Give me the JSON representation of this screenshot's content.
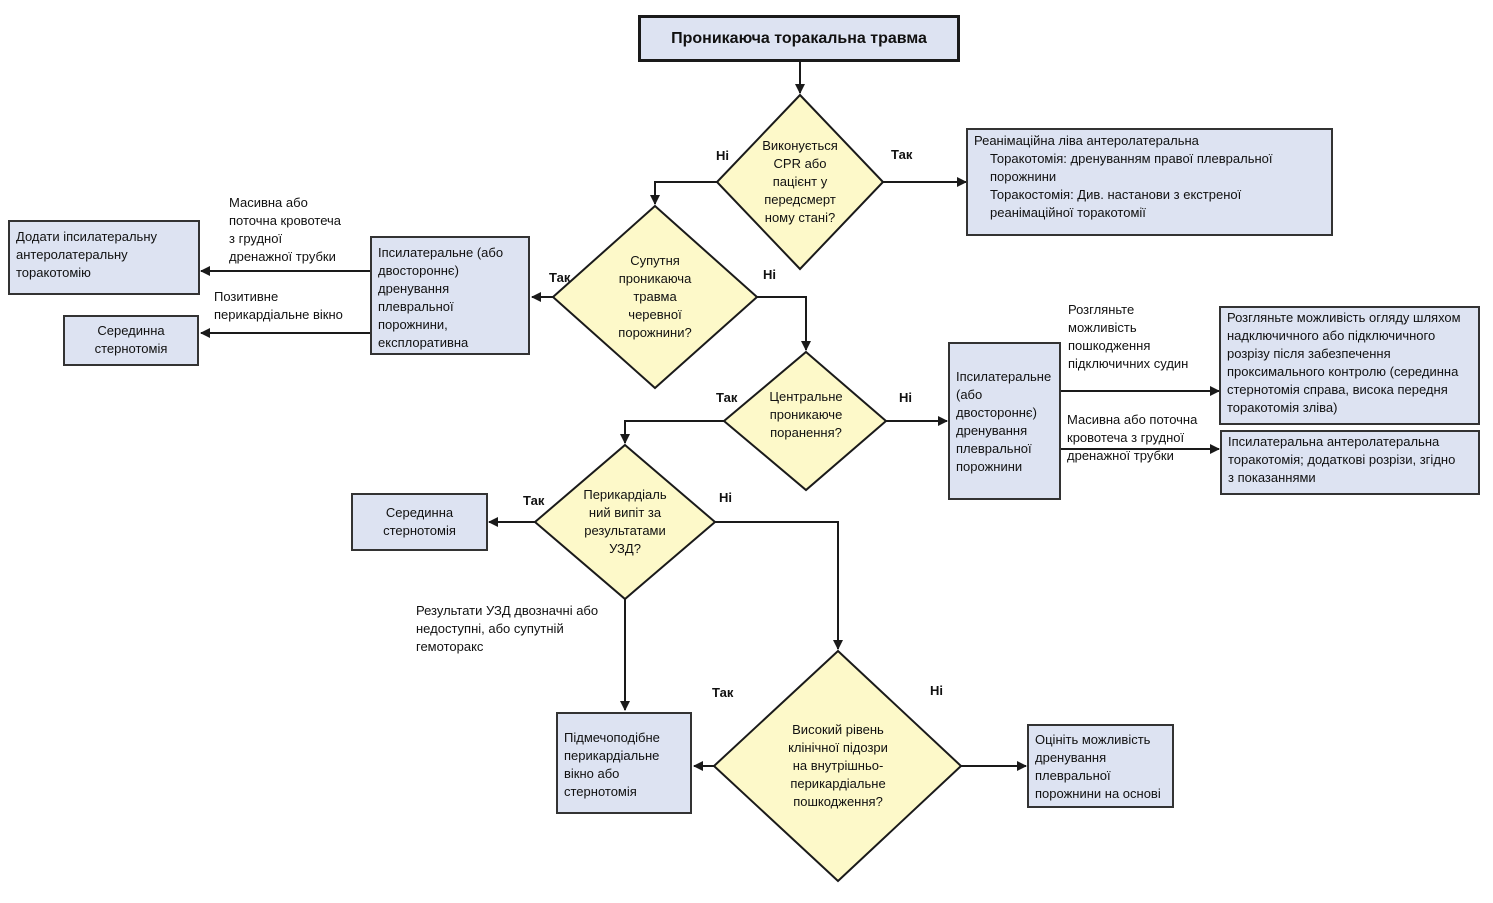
{
  "colors": {
    "box_fill": "#dde3f2",
    "diamond_fill": "#fdf9c9",
    "stroke": "#1a1a1a"
  },
  "title": "Проникаюча торакальна травма",
  "decisions": {
    "cpr": [
      "Виконується",
      "CPR або",
      "пацієнт у",
      "передсмерт",
      "ному стані?"
    ],
    "abdominal": [
      "Супутня",
      "проникаюча",
      "травма",
      "черевної",
      "порожнини?"
    ],
    "central": [
      "Центральне",
      "проникаюче",
      "поранення?"
    ],
    "pericardial": [
      "Перикардіаль",
      "ний випіт за",
      "результатами",
      "УЗД?"
    ],
    "suspicion": [
      "Високий рівень",
      "клінічної підозри",
      "на внутрішньо-",
      "перикардіальне",
      "пошкодження?"
    ]
  },
  "boxes": {
    "resuscitative": {
      "line1": "Реанімаційна ліва антеролатеральна",
      "line2": "Торакотомія: дренуванням правої плевральної",
      "line3": "порожнини",
      "line4": "Торакостомія: Див. настанови з екстреної",
      "line5": "реанімаційної торакотомії"
    },
    "add_ipsilateral": [
      "Додати іпсилатеральну",
      "антеролатеральну",
      "торакотомію"
    ],
    "median_sternotomy_top": [
      "Серединна",
      "стернотомія"
    ],
    "ipsi_drain_explor": [
      "Іпсилатеральне (або",
      "двостороннє)",
      "дренування",
      "плевральної",
      "порожнини,",
      "експлоративна"
    ],
    "ipsi_drain_central": [
      "Іпсилатеральне",
      "(або",
      "двостороннє)",
      "дренування",
      "плевральної",
      "порожнини"
    ],
    "consider_supra": [
      "Розгляньте можливість огляду шляхом",
      "надключичного або підключичного",
      "розрізу після забезпечення",
      "проксимального контролю (серединна",
      "стернотомія справа, висока передня",
      "торакотомія зліва)"
    ],
    "ipsi_antero": [
      "Іпсилатеральна антеролатеральна",
      "торакотомія; додаткові розрізи, згідно",
      "з показаннями"
    ],
    "median_sternotomy_mid": [
      "Серединна",
      "стернотомія"
    ],
    "subxiphoid": [
      "Підмечоподібне",
      "перикардіальне",
      "вікно або",
      "стернотомія"
    ],
    "assess_drain": [
      "Оцініть можливість",
      "дренування",
      "плевральної",
      "порожнини на основі"
    ]
  },
  "labels": {
    "cpr_no": "Ні",
    "cpr_yes": "Так",
    "abd_yes": "Так",
    "abd_no": "Ні",
    "central_yes": "Так",
    "central_no": "Ні",
    "peri_yes": "Так",
    "peri_no": "Ні",
    "susp_yes": "Так",
    "susp_no": "Ні"
  },
  "notes": {
    "massive_bleed_left": [
      "Масивна або",
      "поточна кровотеча",
      "з грудної",
      "дренажної трубки"
    ],
    "positive_window": [
      "Позитивне",
      "перикардіальне вікно"
    ],
    "consider_subclavian": [
      "Розгляньте",
      "можливість",
      "пошкодження",
      "підключичних судин"
    ],
    "massive_bleed_right": [
      "Масивна або поточна",
      "кровотеча з грудної",
      "дренажної трубки"
    ],
    "equivocal": [
      "Результати УЗД двозначні або",
      "недоступні, або супутній",
      "гемоторакс"
    ]
  }
}
